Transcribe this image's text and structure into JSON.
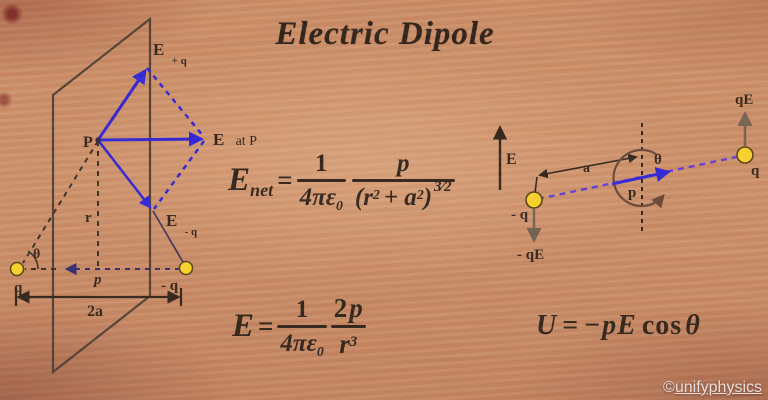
{
  "title": "Electric Dipole",
  "watermark": {
    "symbol": "©",
    "name": "unifyphysics"
  },
  "colors": {
    "background": "#cd8659",
    "vector_blue": "#2012d8",
    "purple_dashed": "#5c2fd6",
    "charge_yellow": "#ffd416",
    "ink_dark": "#231206",
    "force_arrow_brown": "#6b5646"
  },
  "left": {
    "p_point": "P",
    "e_plus_base": "E",
    "e_plus_sub": "+ q",
    "e_at_p_base": "E",
    "e_at_p_rest": "at P",
    "e_minus_base": "E",
    "e_minus_sub": "- q",
    "r": "r",
    "p_vec": "p",
    "theta": "θ",
    "q_pos": "q",
    "q_neg": "- q",
    "two_a": "2a"
  },
  "field": {
    "e": "E"
  },
  "right": {
    "qe": "qE",
    "neg_qe": "- qE",
    "q_pos": "q",
    "q_neg": "- q",
    "a": "a",
    "theta": "θ",
    "p_vec": "p"
  },
  "formulas": {
    "net": {
      "lhs": "E",
      "lhs_sub": "net",
      "eq": "=",
      "one": "1",
      "den1": "4πε",
      "den1_sub": "0",
      "num2": "p",
      "den2_a": "(r",
      "sup_a": "2",
      "den2_b": "+ a",
      "sup_b": "2",
      "den2_c": ")",
      "exp": "3⁄2"
    },
    "far": {
      "lhs": "E",
      "eq": "=",
      "one": "1",
      "den1": "4πε",
      "den1_sub": "0",
      "num2_coef": "2",
      "num2_var": "p",
      "den2": "r",
      "den2_sup": "3"
    },
    "energy": {
      "lhs": "U",
      "eq": "=",
      "minus": "−",
      "pe": "pE",
      "cos": "cos",
      "theta": "θ"
    }
  }
}
